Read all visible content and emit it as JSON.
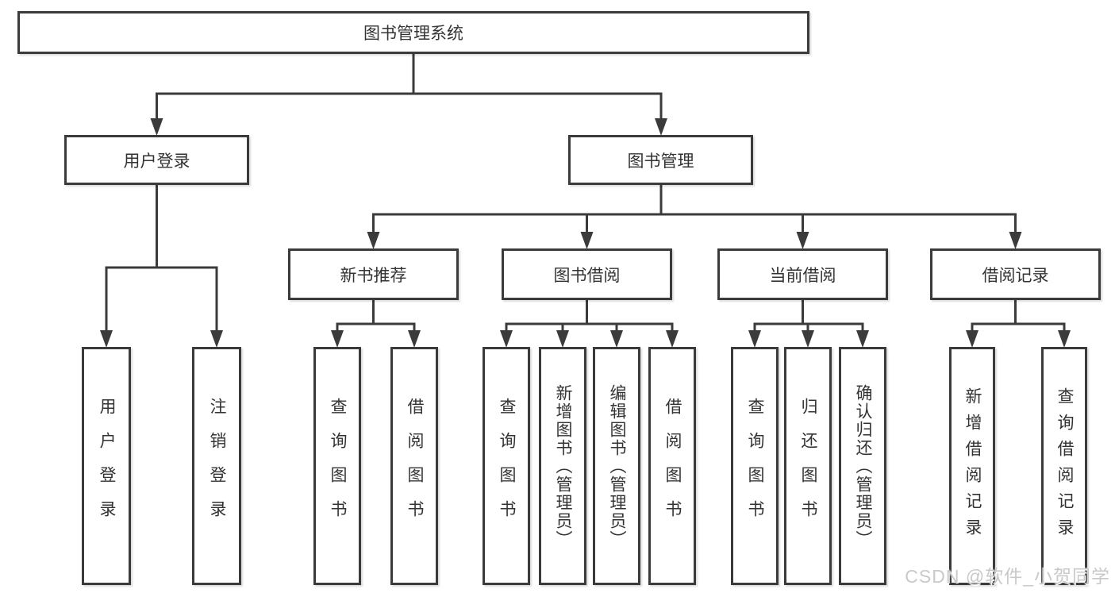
{
  "diagram": {
    "root": {
      "label": "图书管理系统"
    },
    "branches": [
      {
        "label": "用户登录",
        "children": [
          {
            "label": "用户登录"
          },
          {
            "label": "注销登录"
          }
        ]
      },
      {
        "label": "图书管理",
        "sections": [
          {
            "label": "新书推荐",
            "children": [
              {
                "label": "查询图书"
              },
              {
                "label": "借阅图书"
              }
            ]
          },
          {
            "label": "图书借阅",
            "children": [
              {
                "label": "查询图书"
              },
              {
                "label": "新增图书（管理员）"
              },
              {
                "label": "编辑图书（管理员）"
              },
              {
                "label": "借阅图书"
              }
            ]
          },
          {
            "label": "当前借阅",
            "children": [
              {
                "label": "查询图书"
              },
              {
                "label": "归还图书"
              },
              {
                "label": "确认归还（管理员）"
              }
            ]
          },
          {
            "label": "借阅记录",
            "children": [
              {
                "label": "新增借阅记录"
              },
              {
                "label": "查询借阅记录"
              }
            ]
          }
        ]
      }
    ]
  },
  "watermark": {
    "text": "CSDN @软件_小贺同学"
  },
  "colors": {
    "line": "#3b3b3b",
    "box_border": "#3b3b3b",
    "text": "#333333",
    "background": "#ffffff",
    "watermark": "#c9c9c9"
  }
}
